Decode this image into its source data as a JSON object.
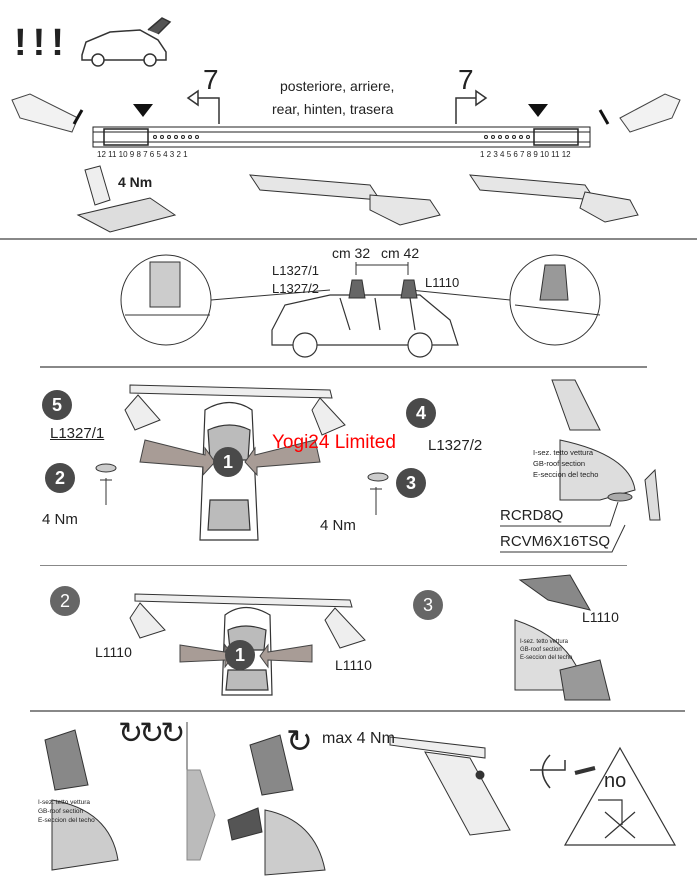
{
  "header": {
    "warning": "!!!"
  },
  "rail": {
    "left_offset": "7",
    "right_offset": "7",
    "direction_line1": "posteriore, arriere,",
    "direction_line2": "rear, hinten, trasera",
    "left_scale": "12 11 10 9 8 7 6 5 4 3 2 1",
    "right_scale": "1 2 3 4 5 6 7 8 9 10 11 12",
    "torque": "4 Nm"
  },
  "positioning": {
    "dist1": "cm 32",
    "dist2": "cm 42",
    "part1": "L1327/1",
    "part2": "L1327/2",
    "part3": "L1110"
  },
  "front_install": {
    "steps": [
      "5",
      "2",
      "1",
      "4",
      "3"
    ],
    "left_part": "L1327/1",
    "right_part": "L1327/2",
    "left_torque": "4 Nm",
    "right_torque": "4 Nm",
    "roof_section": [
      "I-sez. tetto vettura",
      "GB-roof section",
      "E-seccion del techo"
    ],
    "washer": "RCRD8Q",
    "screw": "RCVM6X16TSQ"
  },
  "watermark": "Yogi24 Limited",
  "rear_install": {
    "steps": [
      "2",
      "1",
      "3"
    ],
    "left_part": "L1110",
    "right_part": "L1110",
    "side_part": "L1110",
    "roof_section": [
      "I-sez. tetto vettura",
      "GB-roof section",
      "E-seccion del techo"
    ]
  },
  "final": {
    "roof_section": [
      "I-sez. tetto vettura",
      "GB-roof section",
      "E-seccion del techo"
    ],
    "max_torque": "max 4 Nm",
    "no_label": "no"
  }
}
